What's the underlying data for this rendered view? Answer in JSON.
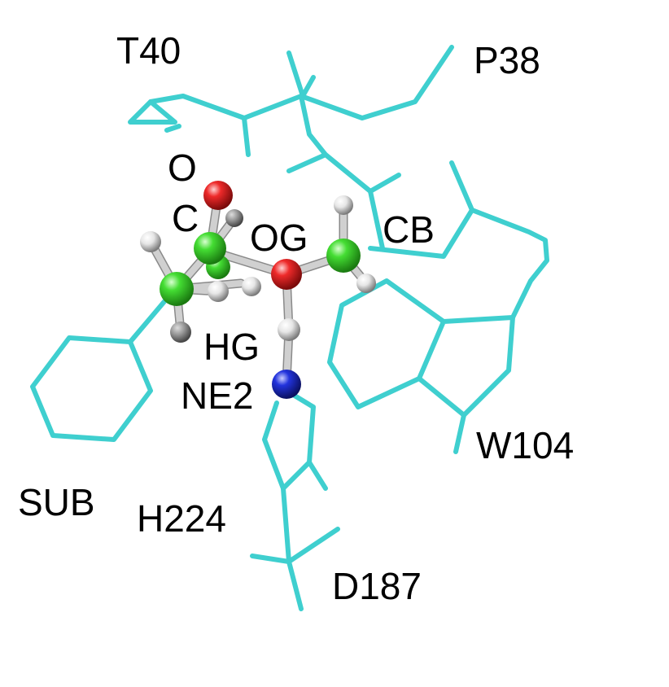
{
  "labels": {
    "t40": "T40",
    "p38": "P38",
    "o": "O",
    "c": "C",
    "og": "OG",
    "cb": "CB",
    "hg": "HG",
    "ne2": "NE2",
    "w104": "W104",
    "sub": "SUB",
    "h224": "H224",
    "d187": "D187"
  },
  "colors": {
    "stick": "#3fcfcf",
    "carbon": "#33cc33",
    "oxygen": "#e02020",
    "nitrogen": "#1a2acc",
    "hydrogen": "#e8e8e8",
    "bond": "#d0d0d0"
  }
}
